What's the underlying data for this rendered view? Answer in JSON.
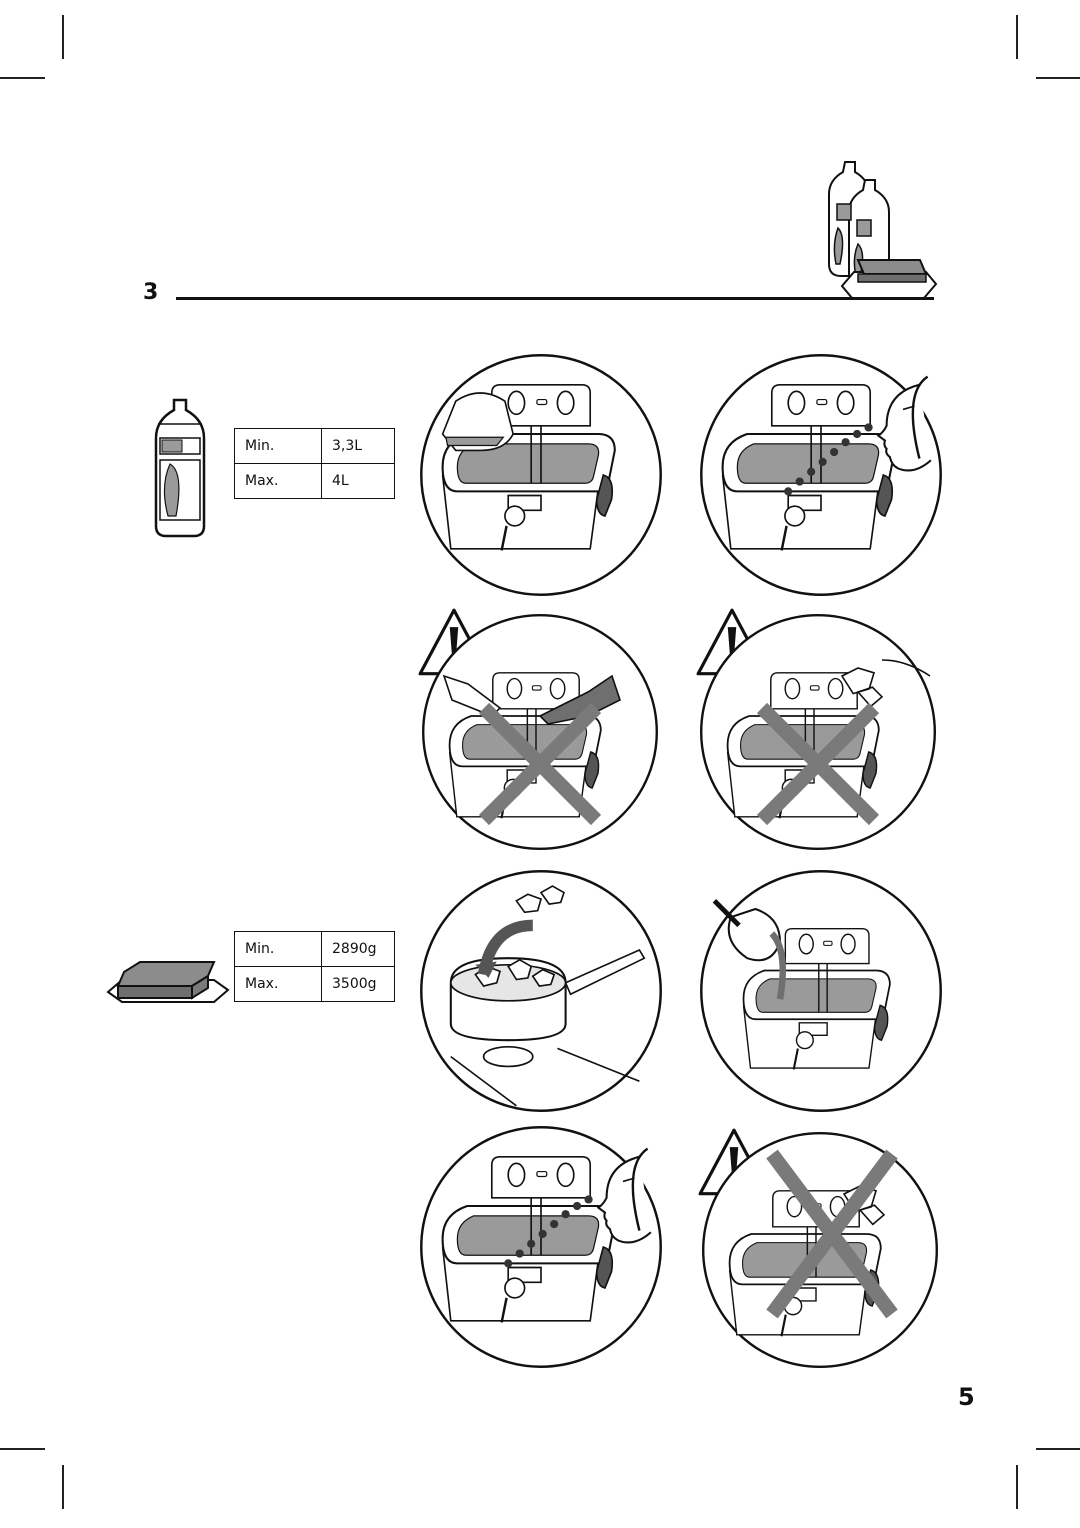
{
  "section": {
    "number": "3"
  },
  "oil_table": {
    "rows": [
      {
        "label": "Min.",
        "value": "3,3L"
      },
      {
        "label": "Max.",
        "value": "4L"
      }
    ]
  },
  "fat_table": {
    "rows": [
      {
        "label": "Min.",
        "value": "2890g"
      },
      {
        "label": "Max.",
        "value": "3500g"
      }
    ]
  },
  "page": {
    "number": "5"
  },
  "colors": {
    "ink": "#111111",
    "oil": "#9a9a9a",
    "cross": "#7a7a7a",
    "fat": "#8c8c8c"
  }
}
